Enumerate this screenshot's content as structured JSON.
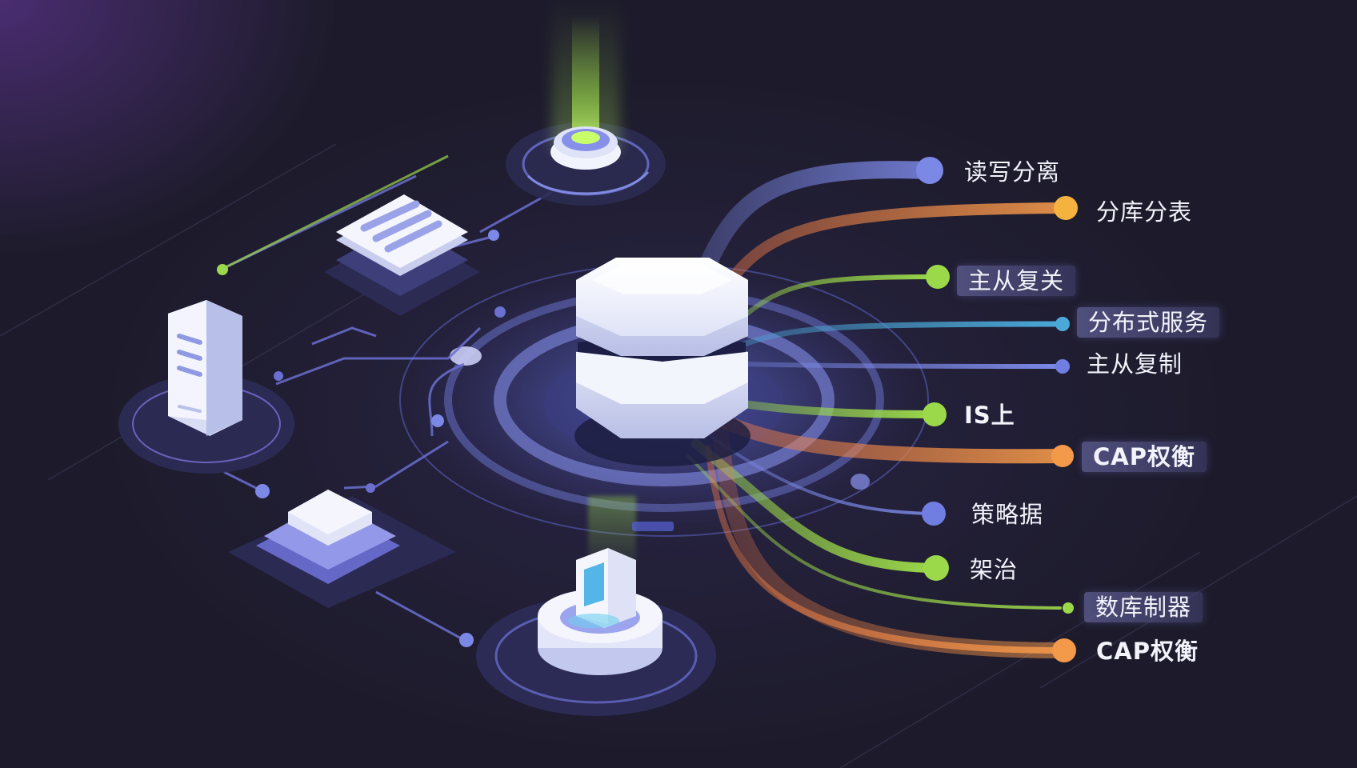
{
  "colors": {
    "background": "#1d1b2b",
    "blue": "#7b88e6",
    "orange": "#f07a45",
    "green": "#9bd94a",
    "cyan": "#4aa9d8",
    "node_white": "#eef0fb"
  },
  "labels": [
    {
      "text": "读写分离",
      "color_key": "blue",
      "style": "plain"
    },
    {
      "text": "分库分表",
      "color_key": "orange",
      "style": "plain"
    },
    {
      "text": "主从复关",
      "color_key": "green",
      "style": "boxed"
    },
    {
      "text": "分布式服务",
      "color_key": "cyan",
      "style": "boxed"
    },
    {
      "text": "主从复制",
      "color_key": "blue",
      "style": "plain"
    },
    {
      "text": "IS上",
      "color_key": "green",
      "style": "plain"
    },
    {
      "text": "CAP权衡",
      "color_key": "orange",
      "style": "boxed"
    },
    {
      "text": "策略据",
      "color_key": "blue",
      "style": "plain"
    },
    {
      "text": "架治",
      "color_key": "green",
      "style": "plain"
    },
    {
      "text": "数库制器",
      "color_key": "green",
      "style": "boxed"
    },
    {
      "text": "CAP权衡",
      "color_key": "orange",
      "style": "plain"
    }
  ],
  "icons": [
    "database-hub-icon",
    "server-tower-icon",
    "document-card-icon",
    "cache-node-icon",
    "monitor-node-icon",
    "beam-node-icon"
  ]
}
